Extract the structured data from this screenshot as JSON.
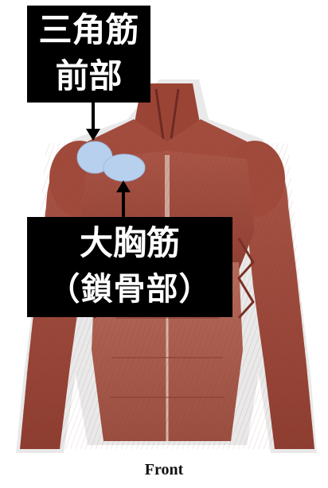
{
  "labels": {
    "deltoid": {
      "line1": "三角筋",
      "line2": "前部"
    },
    "pectoralis": {
      "line1": "大胸筋",
      "line2": "（鎖骨部）"
    }
  },
  "caption": "Front",
  "colors": {
    "muscle": "#9e4a3c",
    "muscle_dark": "#6e2a22",
    "highlight": "#b7d0ee",
    "label_bg": "#000000",
    "label_text": "#ffffff"
  }
}
